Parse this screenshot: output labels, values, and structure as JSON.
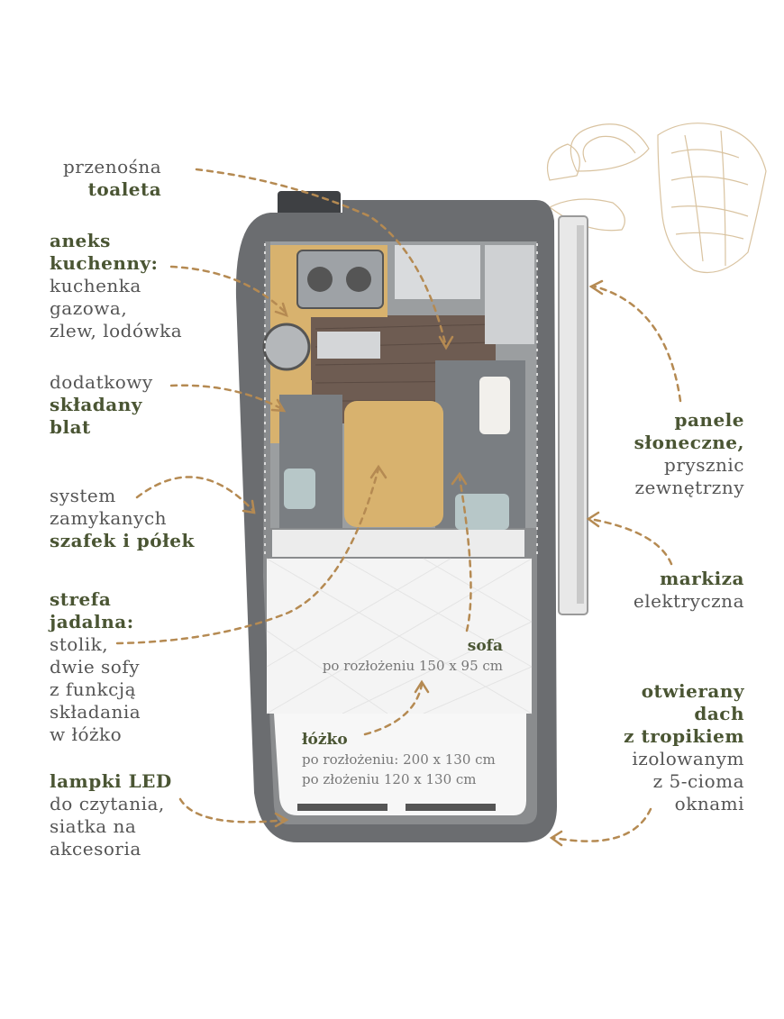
{
  "labels": {
    "toilet": {
      "l1": "przenośna",
      "l2": "toaleta"
    },
    "kitchen": {
      "l1": "aneks",
      "l2": "kuchenny:",
      "l3": "kuchenka",
      "l4": "gazowa,",
      "l5": "zlew, lodówka"
    },
    "countertop": {
      "l1": "dodatkowy",
      "l2": "składany",
      "l3": "blat"
    },
    "cabinets": {
      "l1": "system",
      "l2": "zamykanych",
      "l3": "szafek i półek"
    },
    "dining": {
      "l1": "strefa",
      "l2": "jadalna:",
      "l3": "stolik,",
      "l4": "dwie sofy",
      "l5": "z funkcją",
      "l6": "składania",
      "l7": "w łóżko"
    },
    "led": {
      "l1": "lampki LED",
      "l2": "do czytania,",
      "l3": "siatka na",
      "l4": "akcesoria"
    },
    "solar": {
      "l1": "panele",
      "l2": "słoneczne,",
      "l3": "prysznic",
      "l4": "zewnętrzny"
    },
    "awning": {
      "l1": "markiza",
      "l2": "elektryczna"
    },
    "roof": {
      "l1": "otwierany",
      "l2": "dach",
      "l3": "z tropikiem",
      "l4": "izolowanym",
      "l5": "z 5-cioma",
      "l6": "oknami"
    }
  },
  "inner": {
    "sofa_title": "sofa",
    "sofa_dim": "po rozłożeniu 150 x 95 cm",
    "bed_title": "łóżko",
    "bed_dim1": "po rozłożeniu: 200 x 130 cm",
    "bed_dim2": "po złożeniu 120 x 130 cm"
  },
  "colors": {
    "accent_text": "#4a5533",
    "arrow": "#b58a52",
    "body_text": "#555555",
    "van_body": "#6b6d70",
    "wood": "#d8b26e"
  }
}
